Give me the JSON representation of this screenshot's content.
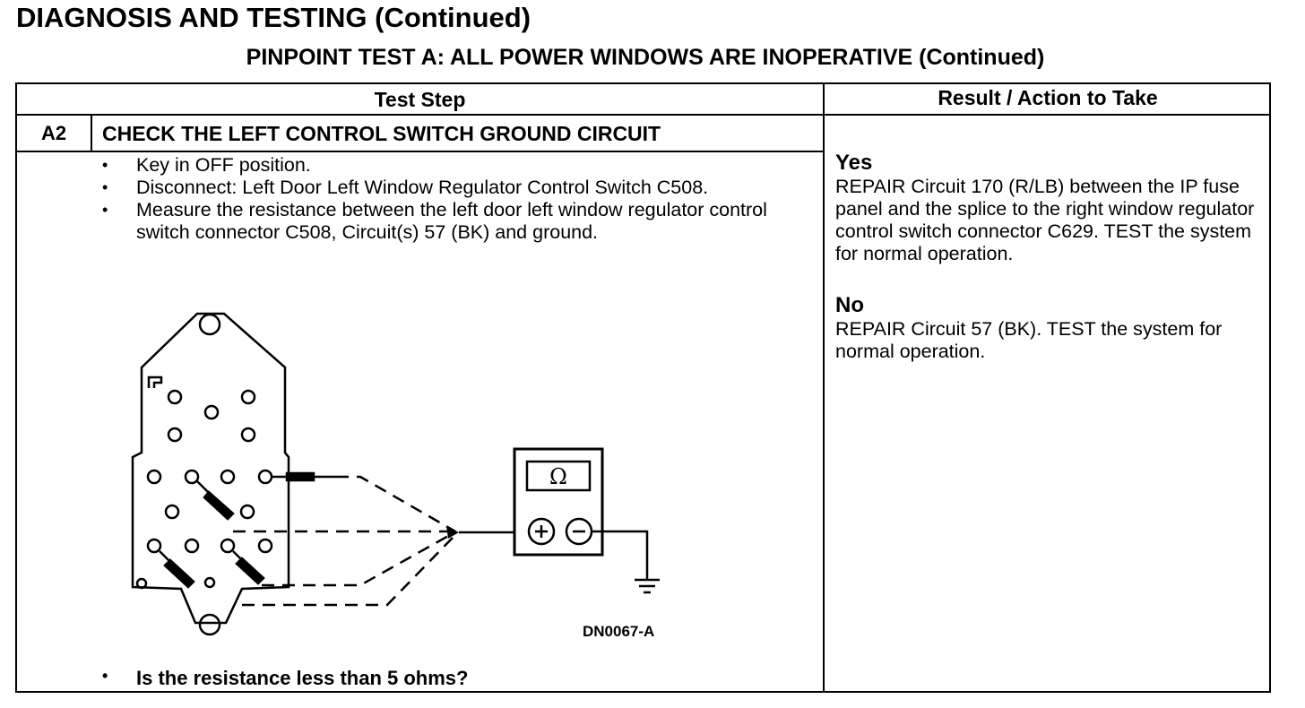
{
  "page": {
    "title": "DIAGNOSIS AND TESTING (Continued)",
    "subtitle": "PINPOINT TEST A: ALL POWER WINDOWS ARE INOPERATIVE (Continued)"
  },
  "table": {
    "col_test_step": "Test Step",
    "col_result": "Result / Action to Take",
    "step_id": "A2",
    "step_title": "CHECK THE LEFT CONTROL SWITCH GROUND CIRCUIT",
    "bullets": [
      "Key in OFF position.",
      "Disconnect: Left Door Left Window Regulator Control Switch C508.",
      "Measure the resistance between the left door left window regulator control switch connector C508, Circuit(s) 57 (BK) and ground."
    ],
    "question": "Is the resistance less than 5 ohms?",
    "figure_label": "DN0067-A",
    "meter_symbol": "Ω",
    "results": {
      "yes_head": "Yes",
      "yes_text": "REPAIR Circuit 170 (R/LB) between the IP fuse panel and the splice to the right window regulator control switch connector C629. TEST the system for normal operation.",
      "no_head": "No",
      "no_text": "REPAIR Circuit 57 (BK). TEST the system for normal operation."
    }
  }
}
